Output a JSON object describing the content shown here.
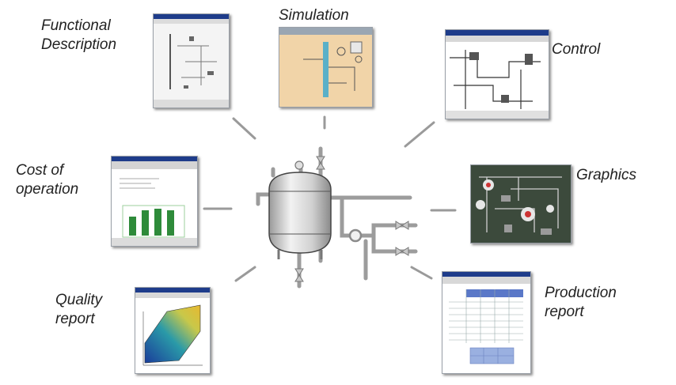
{
  "labels": {
    "functional_description": [
      "Functional",
      "Description"
    ],
    "simulation": "Simulation",
    "control": "Control",
    "cost_of_operation": [
      "Cost of",
      "operation"
    ],
    "graphics": "Graphics",
    "quality_report": [
      "Quality",
      "report"
    ],
    "production_report": [
      "Production",
      "report"
    ]
  },
  "colors": {
    "connector": "#9a9a9a",
    "vessel_fill": "#d4d4d4",
    "pipe": "#9c9c9c",
    "simulation_bg": "#f1d4a8",
    "graphics_bg": "#3c4a3c",
    "bar_green": "#2e8b3a",
    "window_titlebar": "#1e3c8a"
  },
  "icons": {
    "vessel": "process-vessel-icon",
    "valve": "pipe-valve-icon",
    "pump": "pump-icon"
  }
}
